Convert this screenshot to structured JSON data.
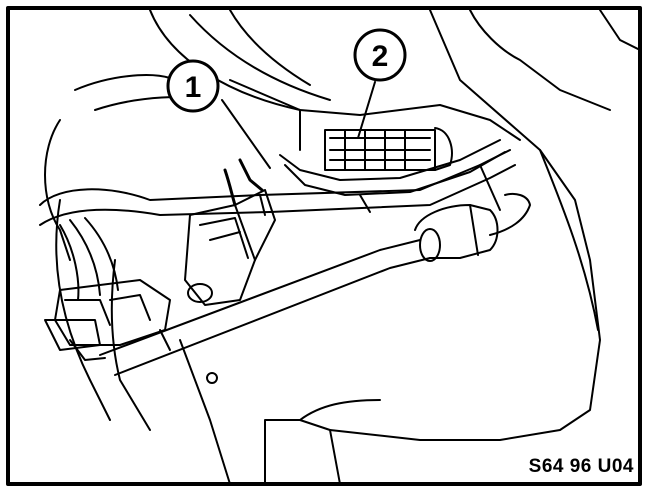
{
  "figure": {
    "code": "S64 96 U04",
    "callouts": [
      {
        "label": "1"
      },
      {
        "label": "2"
      }
    ]
  },
  "colors": {
    "ink": "#000000",
    "paper": "#ffffff"
  }
}
